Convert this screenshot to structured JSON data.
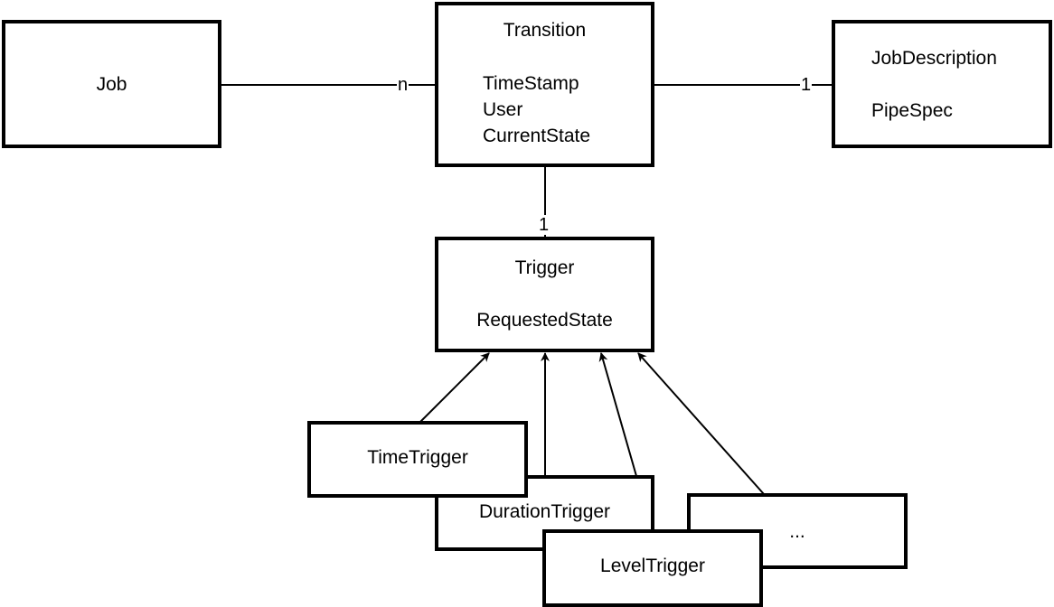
{
  "boxes": {
    "job": {
      "title": "Job"
    },
    "transition": {
      "title": "Transition",
      "attributes": [
        "TimeStamp",
        "User",
        "CurrentState"
      ]
    },
    "job_description": {
      "attributes": [
        "JobDescription",
        "PipeSpec"
      ]
    },
    "trigger": {
      "title": "Trigger",
      "attributes": [
        "RequestedState"
      ]
    },
    "time_trigger": {
      "title": "TimeTrigger"
    },
    "duration_trigger": {
      "title": "DurationTrigger"
    },
    "level_trigger": {
      "title": "LevelTrigger"
    },
    "more_triggers": {
      "title": "..."
    }
  },
  "multiplicities": {
    "job_transition": "n",
    "transition_jobdescription": "1",
    "transition_trigger": "1"
  }
}
